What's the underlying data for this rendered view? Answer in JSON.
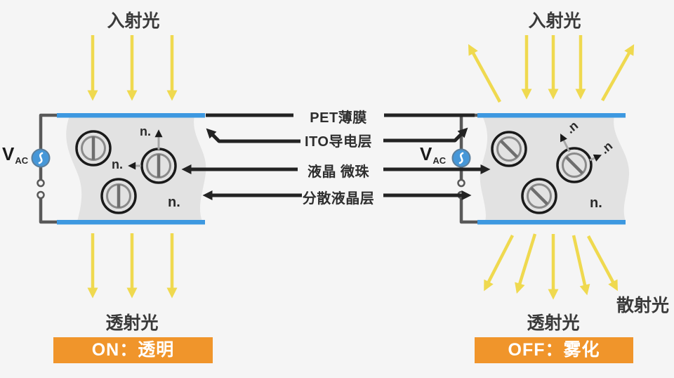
{
  "colors": {
    "background": "#F5F5F5",
    "film_gray": "#E2E2E2",
    "electrode_blue": "#3D98E0",
    "light_yellow": "#EFD94F",
    "wire_gray": "#595959",
    "connector_black": "#232323",
    "banner_orange": "#F0952B",
    "banner_text": "#FFFFFF",
    "text_dark": "#3A3A3A",
    "ac_source_blue": "#4697D8"
  },
  "layer_labels": {
    "pet_film": "PET薄膜",
    "ito_layer": "ITO导电层",
    "lc_bead": "液晶 微珠",
    "lc_dispersed_layer": "分散液晶层"
  },
  "left_panel": {
    "incident_light": "入射光",
    "transmitted_light": "透射光",
    "state_banner": "ON：透明",
    "voltage": "V",
    "voltage_sub": "AC",
    "n_up": "n.",
    "n_left": "n.",
    "n_corner": "n."
  },
  "right_panel": {
    "incident_light": "入射光",
    "transmitted_light": "透射光",
    "scattered_light": "散射光",
    "state_banner": "OFF：雾化",
    "voltage": "V",
    "voltage_sub": "AC",
    "n_up": ".n",
    "n_right": ".n",
    "n_corner": "n."
  }
}
